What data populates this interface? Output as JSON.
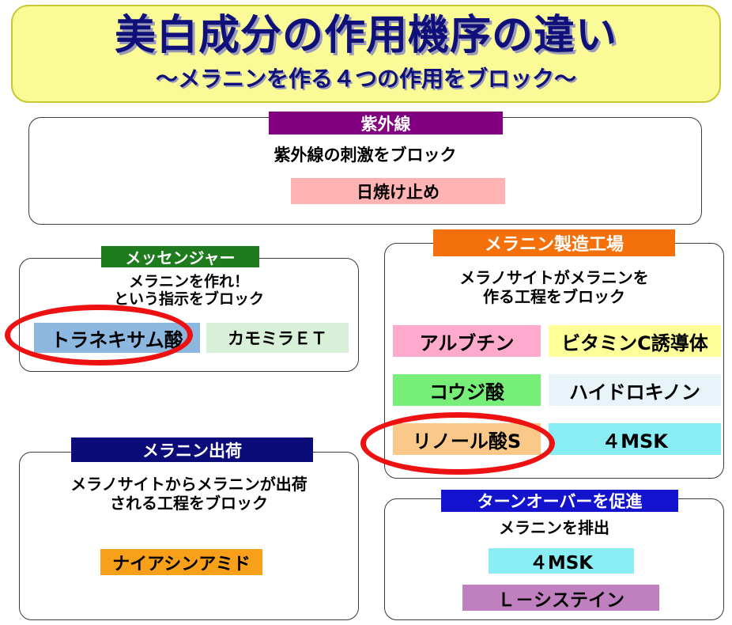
{
  "title": {
    "main": "美白成分の作用機序の違い",
    "sub": "～メラニンを作る４つの作用をブロック～"
  },
  "sections": {
    "uv": {
      "header": "紫外線",
      "description": "紫外線の刺激をブロック",
      "ingredients": [
        {
          "label": "日焼け止め",
          "color": "#FFB3B3"
        }
      ]
    },
    "messenger": {
      "header": "メッセンジャー",
      "description": "メラニンを作れ！\nという指示をブロック",
      "ingredients": [
        {
          "label": "トラネキサム酸",
          "color": "#8CB8E0",
          "highlighted": "true"
        },
        {
          "label": "カモミラＥＴ",
          "color": "#D8F0D8"
        }
      ]
    },
    "factory": {
      "header": "メラニン製造工場",
      "description": "メラノサイトがメラニンを\n作る工程をブロック",
      "ingredients": [
        {
          "label": "アルブチン",
          "color": "#FFAACC"
        },
        {
          "label": "ビタミンC誘導体",
          "color": "#FFFF99"
        },
        {
          "label": "コウジ酸",
          "color": "#77EE77"
        },
        {
          "label": "ハイドロキノン",
          "color": "#E8F4FA"
        },
        {
          "label": "リノール酸S",
          "color": "#FAC98A",
          "highlighted": "true"
        },
        {
          "label": "４MSK",
          "color": "#88EEF4"
        }
      ]
    },
    "shipping": {
      "header": "メラニン出荷",
      "description": "メラノサイトからメラニンが出荷\nされる工程をブロック",
      "ingredients": [
        {
          "label": "ナイアシンアミド",
          "color": "#F9A01B"
        }
      ]
    },
    "turnover": {
      "header": "ターンオーバーを促進",
      "description": "メラニンを排出",
      "ingredients": [
        {
          "label": "４MSK",
          "color": "#88EEF4"
        },
        {
          "label": "Ｌ－システイン",
          "color": "#C080C0"
        }
      ]
    }
  },
  "colors": {
    "banner_bg": "#FAFA96",
    "banner_border": "#C8C832",
    "title_text": "#10107A",
    "uv_header": "#800080",
    "messenger_header": "#1E7B1E",
    "factory_header": "#F4700A",
    "shipping_header": "#0B0B7A",
    "turnover_header": "#1313CE",
    "highlight_ellipse": "#EE1111"
  }
}
